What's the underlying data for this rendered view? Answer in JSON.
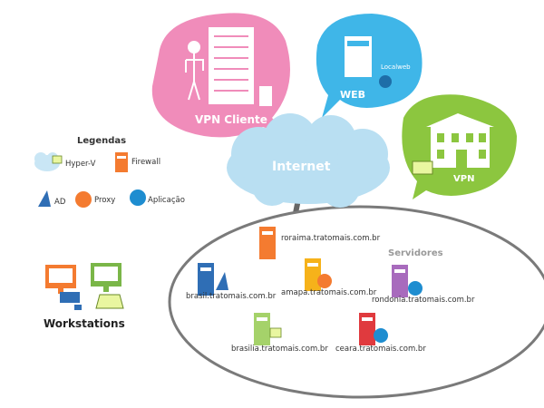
{
  "bubbles": {
    "vpn_cliente": "VPN Cliente",
    "web": "WEB",
    "localweb": "Localweb",
    "internet": "Internet",
    "vpn": "VPN"
  },
  "legend": {
    "title": "Legendas",
    "hyperv": "Hyper-V",
    "firewall": "Firewall",
    "ad": "AD",
    "proxy": "Proxy",
    "aplicacao": "Aplicação"
  },
  "workstations_label": "Workstations",
  "network": {
    "servidores_label": "Servidores",
    "servers": {
      "roraima": "roraima.tratomais.com.br",
      "brasil": "brasil.tratomais.com.br",
      "amapa": "amapa.tratomais.com.br",
      "rondonia": "rondonia.tratomais.com.br",
      "brasilia": "brasilia.tratomais.com.br",
      "ceara": "ceara.tratomais.com.br"
    }
  },
  "colors": {
    "pink": "#f08cba",
    "blue": "#3fb6e8",
    "green": "#8cc63f",
    "cloud": "#b9dff2",
    "orange": "#f47b30",
    "yellow": "#f6b21a",
    "purple": "#a86bbd",
    "red": "#e03a3e",
    "darkblue": "#2f6eb5",
    "lightgreen": "#a5d26a"
  }
}
